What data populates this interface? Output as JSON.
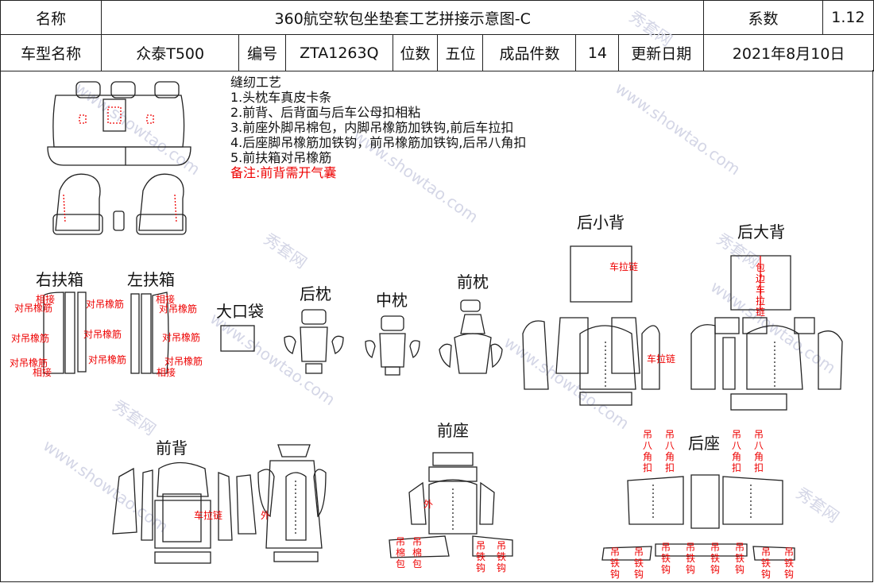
{
  "header": {
    "name_label": "名称",
    "title": "360航空软包坐垫套工艺拼接示意图-C",
    "coef_label": "系数",
    "coef_value": "1.12",
    "model_label": "车型名称",
    "model_value": "众泰T500",
    "code_label": "编号",
    "code_value": "ZTA1263Q",
    "seats_label": "位数",
    "seats_value": "五位",
    "pieces_label": "成品件数",
    "pieces_value": "14",
    "date_label": "更新日期",
    "date_value": "2021年8月10日"
  },
  "notes": {
    "title": "缝纫工艺",
    "items": [
      "1.头枕车真皮卡条",
      "2.前背、后背面与后车公母扣相粘",
      "3.前座外脚吊棉包，内脚吊橡筋加铁钩,前后车拉扣",
      "4.后座脚吊橡筋加铁钩，前吊橡筋加铁钩,后吊八角扣",
      "5.前扶箱对吊橡筋"
    ],
    "remark": "备注:前背需开气囊"
  },
  "sections": {
    "right_armrest": "右扶箱",
    "left_armrest": "左扶箱",
    "big_pocket": "大口袋",
    "rear_pillow": "后枕",
    "mid_pillow": "中枕",
    "front_pillow": "前枕",
    "rear_small_back": "后小背",
    "rear_big_back": "后大背",
    "front_back": "前背",
    "front_seat": "前座",
    "rear_seat": "后座"
  },
  "annotations": {
    "xiangjie": "相接",
    "duidiao": "对吊橡筋",
    "chelalian": "车拉链",
    "wai": "外",
    "bianlian": "包边车拉链",
    "diao_bajiaokou": "吊八角扣",
    "diao_mianbao": "吊棉包",
    "diao_tiegou": "吊铁钩"
  },
  "watermark": [
    "秀套网",
    "www.showtao.com"
  ],
  "colors": {
    "annotation": "#e00000",
    "outline": "#222222",
    "watermark": "#d4d6e6"
  }
}
